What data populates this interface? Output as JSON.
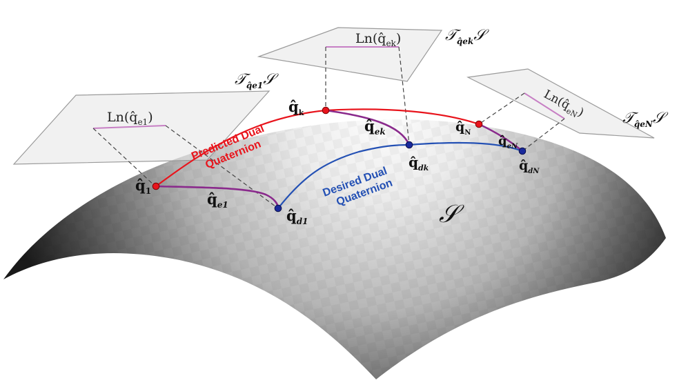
{
  "manifold": {
    "label": "𝒮"
  },
  "tangent_planes": [
    {
      "id": "e1",
      "log_label": "Ln(q̂",
      "log_sub": "e1",
      "log_close": ")",
      "space_label": "𝒯",
      "space_sub": "q̂e1",
      "space_tail": "𝒮"
    },
    {
      "id": "ek",
      "log_label": "Ln(q̂",
      "log_sub": "ek",
      "log_close": ")",
      "space_label": "𝒯",
      "space_sub": "q̂ek",
      "space_tail": "𝒮"
    },
    {
      "id": "eN",
      "log_label": "Ln(q̂",
      "log_sub": "eN",
      "log_close": ")",
      "space_label": "𝒯",
      "space_sub": "q̂eN",
      "space_tail": "𝒮"
    }
  ],
  "points": {
    "q1": {
      "base": "q̂",
      "sub": "1"
    },
    "qk": {
      "base": "q̂",
      "sub": "k"
    },
    "qN": {
      "base": "q̂",
      "sub": "N"
    },
    "qd1": {
      "base": "q̂",
      "sub": "d1"
    },
    "qdk": {
      "base": "q̂",
      "sub": "dk"
    },
    "qdN": {
      "base": "q̂",
      "sub": "dN"
    },
    "qe1": {
      "base": "q̂",
      "sub": "e1"
    },
    "qek": {
      "base": "q̂",
      "sub": "ek"
    },
    "qeN": {
      "base": "q̂",
      "sub": "eN"
    }
  },
  "trajectories": {
    "predicted": {
      "line1": "Predicted Dual",
      "line2": "Quaternion",
      "color": "#e8141c"
    },
    "desired": {
      "line1": "Desired Dual",
      "line2": "Quaternion",
      "color": "#2350b4"
    },
    "error_color": "#8a2a8c",
    "log_color": "#c77fc4"
  }
}
